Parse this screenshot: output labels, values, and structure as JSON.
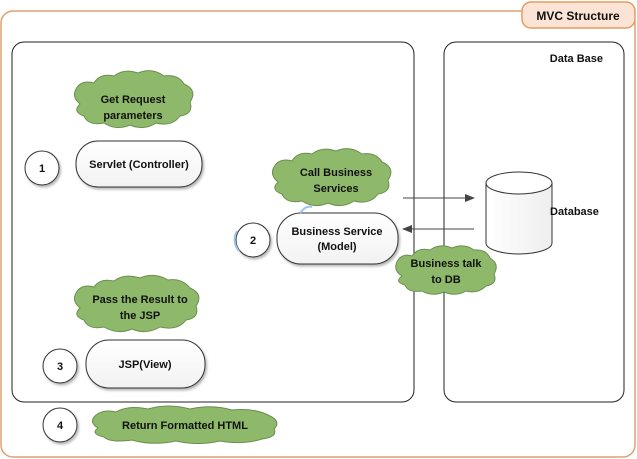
{
  "title": "MVC Structure",
  "database_panel": {
    "label": "Data Base"
  },
  "database": {
    "label": "Database",
    "icon": "database-cylinder-icon"
  },
  "steps": [
    {
      "number": "1",
      "label": "Servlet (Controller)"
    },
    {
      "number": "2",
      "label": "Business Service",
      "sublabel": "(Model)"
    },
    {
      "number": "3",
      "label": "JSP(View)"
    },
    {
      "number": "4",
      "label": "Return Formatted HTML"
    }
  ],
  "callouts": {
    "get_request": [
      "Get Request",
      "parameters"
    ],
    "call_business": [
      "Call Business",
      "Services"
    ],
    "business_talk": [
      "Business talk",
      "to DB"
    ],
    "pass_result": [
      "Pass the Result to",
      "the JSP"
    ]
  },
  "colors": {
    "title_fill": "#fbe4d5",
    "title_border": "#e69b5f",
    "cloud_fill": "#8fb96a",
    "cloud_stroke": "#6b8e4e",
    "box_stroke": "#222222"
  }
}
